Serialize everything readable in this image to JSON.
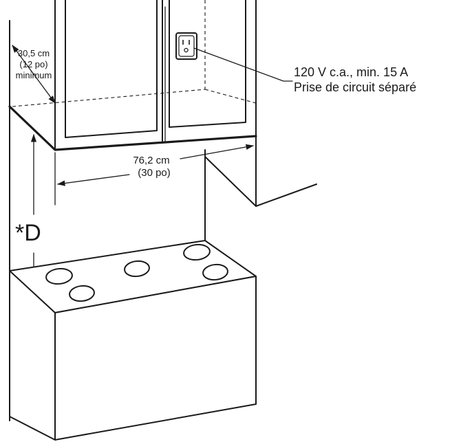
{
  "diagram": {
    "min_clearance": {
      "metric": "30,5 cm",
      "imperial": "(12 po)",
      "word": "minimum"
    },
    "outlet": {
      "rating": "120 V c.a., min. 15 A",
      "description": "Prise de circuit séparé"
    },
    "width": {
      "metric": "76,2 cm",
      "imperial": "(30 po)"
    },
    "height_label": "*D"
  }
}
